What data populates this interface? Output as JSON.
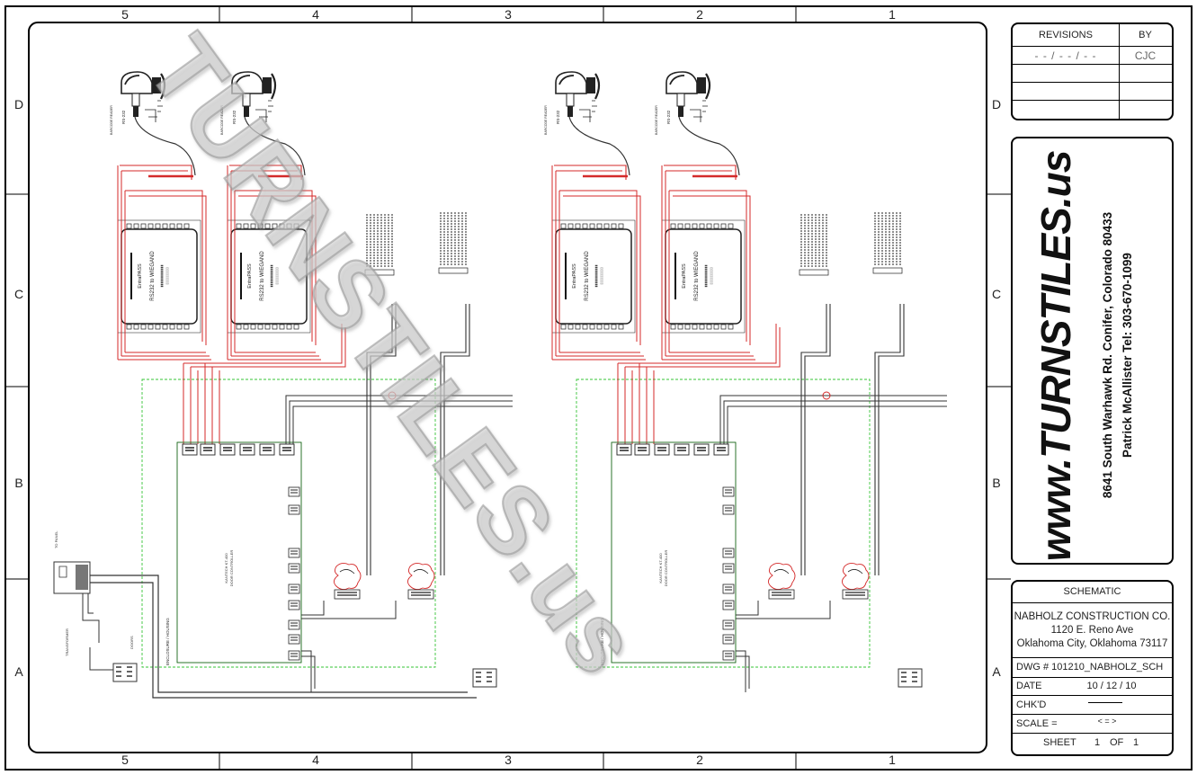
{
  "frame": {
    "columns_top": [
      "5",
      "4",
      "3",
      "2",
      "1"
    ],
    "columns_bottom": [
      "5",
      "4",
      "3",
      "2",
      "1"
    ],
    "rows_left": [
      "D",
      "C",
      "B",
      "A"
    ],
    "rows_right": [
      "D",
      "C",
      "B",
      "A"
    ]
  },
  "watermark": {
    "text": "TURNSTILES.us"
  },
  "revisions": {
    "header_revisions": "REVISIONS",
    "header_by": "BY",
    "row1_date": "- - / - - / - -",
    "row1_by": "CJC"
  },
  "company_block": {
    "logo_text": "www.TURNSTILES.us",
    "address": "8641 South Warhawk Rd. Conifer, Colorado 80433",
    "contact": "Patrick McAllister  Tel: 303-670-1099"
  },
  "title_block": {
    "heading": "SCHEMATIC",
    "client_name": "NABHOLZ CONSTRUCTION CO.",
    "client_street": "1120 E. Reno Ave",
    "client_city": "Oklahoma City, Oklahoma 73117",
    "dwg": "DWG # 101210_NABHOLZ_SCH",
    "date_label": "DATE",
    "date_value": "10 / 12 / 10",
    "chkd_label": "CHK'D",
    "scale_label": "SCALE =",
    "scale_value": "< = >",
    "sheet_label": "SHEET",
    "sheet_num": "1",
    "sheet_of": "OF",
    "sheet_total": "1"
  },
  "converters": [
    {
      "brand": "EntraPASS",
      "model": "RS232 to WIEGAND"
    },
    {
      "brand": "EntraPASS",
      "model": "RS232 to WIEGAND"
    },
    {
      "brand": "EntraPASS",
      "model": "RS232 to WIEGAND"
    },
    {
      "brand": "EntraPASS",
      "model": "RS232 to WIEGAND"
    }
  ],
  "labels": {
    "rs232": "RS-232",
    "enclosure": "ENCLOSURE / HOUSING"
  },
  "colors": {
    "red_wire": "#d42a2a",
    "black_wire": "#333333",
    "green_dashed": "#35c435",
    "watermark": "#c9c9c9",
    "frame": "#000000"
  }
}
